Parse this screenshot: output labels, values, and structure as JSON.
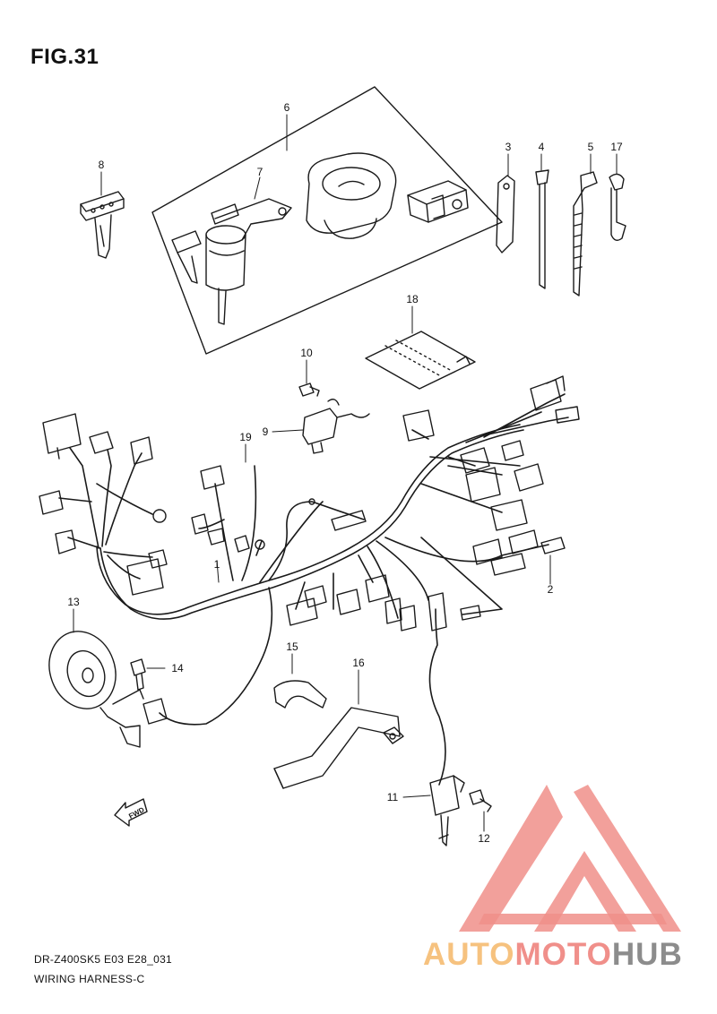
{
  "figure": {
    "title": "FIG.31"
  },
  "callouts": [
    "6",
    "7",
    "8",
    "3",
    "4",
    "5",
    "17",
    "18",
    "10",
    "9",
    "19",
    "1",
    "2",
    "13",
    "14",
    "15",
    "16",
    "11",
    "12"
  ],
  "footer": {
    "model_code": "DR-Z400SK5 E03 E28_031",
    "section_name": "WIRING HARNESS-C"
  },
  "arrow_label": "FWD",
  "watermark": {
    "part1": "AUTO",
    "part2": "MOTO",
    "part3": "HUB"
  },
  "colors": {
    "line": "#1a1a1a",
    "watermark_red": "#f07a7a",
    "watermark_orange": "#f6c27f",
    "watermark_gray": "#8c8c8c"
  }
}
